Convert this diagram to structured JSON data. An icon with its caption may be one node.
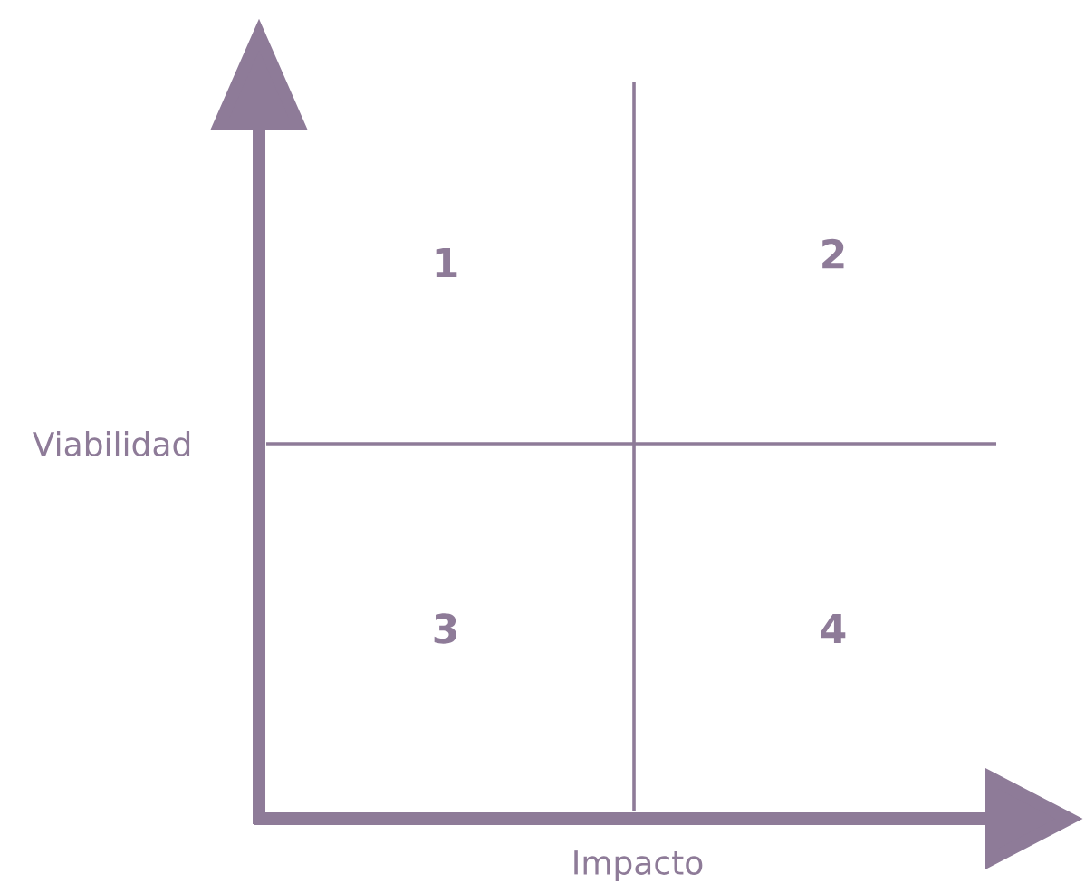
{
  "diagram": {
    "labels": [
      "1",
      "2",
      "Viabilidad",
      "3",
      "4",
      "Impacto"
    ]
  }
}
